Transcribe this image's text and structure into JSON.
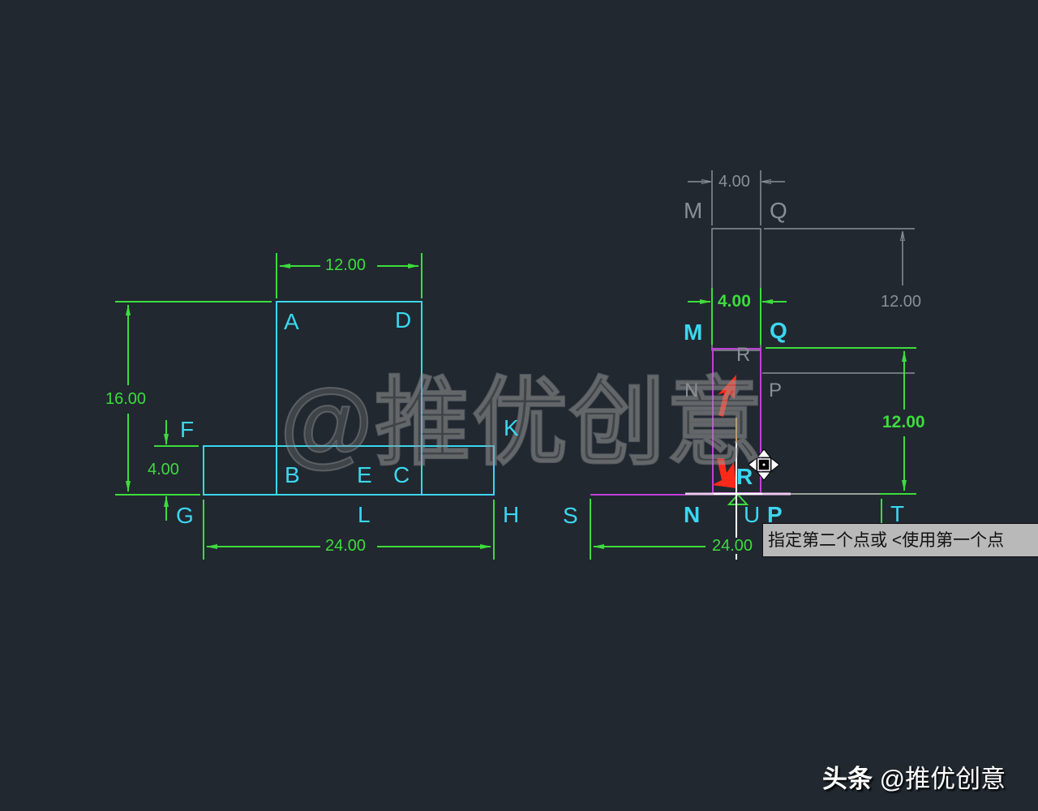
{
  "left_drawing": {
    "point_labels": {
      "A": "A",
      "D": "D",
      "B": "B",
      "E": "E",
      "C": "C",
      "F": "F",
      "K": "K",
      "G": "G",
      "L": "L",
      "H": "H"
    },
    "dimensions": {
      "top_width": "12.00",
      "total_height": "16.00",
      "base_height": "4.00",
      "base_width": "24.00"
    }
  },
  "right_drawing": {
    "ghost_labels": {
      "M": "M",
      "Q": "Q",
      "R": "R",
      "N": "N",
      "P": "P"
    },
    "active_labels": {
      "M": "M",
      "Q": "Q",
      "R": "R",
      "N": "N",
      "U": "U",
      "P": "P",
      "S": "S",
      "T": "T"
    },
    "dimensions": {
      "ghost_width": "4.00",
      "ghost_height": "12.00",
      "width": "4.00",
      "height": "12.00",
      "base_width": "24.00"
    }
  },
  "watermark": "@推优创意",
  "tooltip": {
    "text": "指定第二个点或 <使用第一个点"
  },
  "branding": {
    "platform": "头条",
    "account": "@推优创意"
  },
  "colors": {
    "background": "#212830",
    "geometry": "#3ad7f0",
    "dimension": "#3ddc3d",
    "selection": "#c040d8",
    "ghost": "#8a8f96",
    "arrow": "#ff2a1a"
  }
}
